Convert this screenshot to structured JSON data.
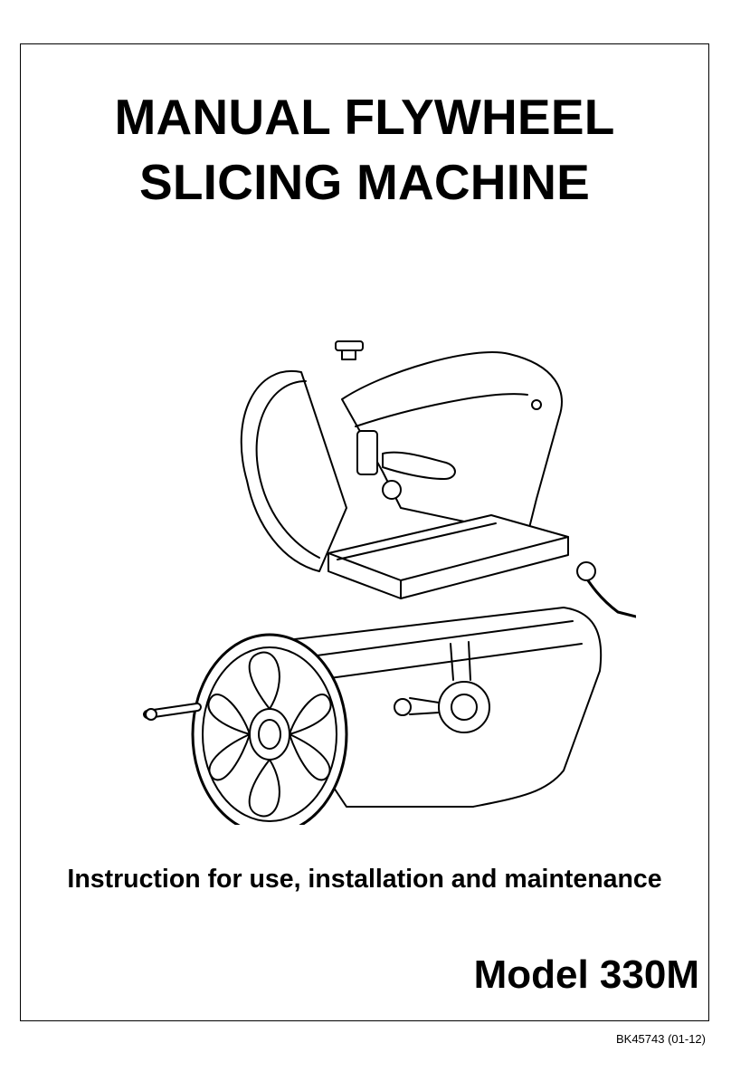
{
  "cover": {
    "title_line1": "MANUAL FLYWHEEL",
    "title_line2": "SLICING MACHINE",
    "subtitle": "Instruction for use, installation and maintenance",
    "model": "Model 330M"
  },
  "footer": {
    "doc_reference": "BK45743 (01-12)"
  }
}
